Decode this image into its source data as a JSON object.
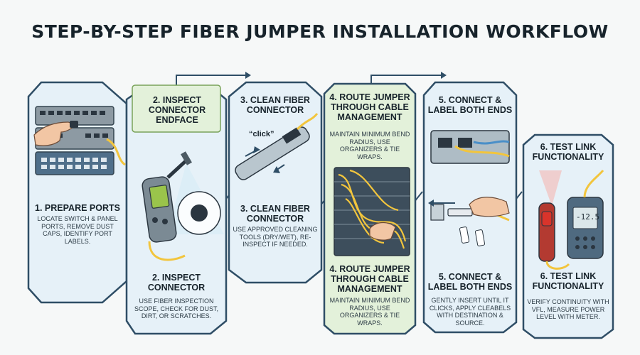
{
  "title": "STEP-BY-STEP FIBER JUMPER INSTALLATION WORKFLOW",
  "steps": [
    {
      "heading": "1. PREPARE PORTS",
      "text": "LOCATE SWITCH & PANEL PORTS, REMOVE DUST CAPS, IDENTIFY PORT LABELS."
    },
    {
      "top_heading": "2. INSPECT CONNECTOR ENDFACE",
      "heading": "2. INSPECT CONNECTOR",
      "text": "USE FIBER INSPECTION SCOPE, CHECK FOR DUST, DIRT, OR SCRATCHES."
    },
    {
      "top_heading": "3. CLEAN FIBER CONNECTOR",
      "heading": "3. CLEAN FIBER CONNECTOR",
      "text": "USE APPROVED CLEANING TOOLS (DRY/WET), RE-INSPECT IF NEEDED.",
      "callout": "“click”"
    },
    {
      "top_heading": "4. ROUTE JUMPER THROUGH CABLE MANAGEMENT",
      "top_text": "MAINTAIN MINIMUM BEND RADIUS, USE ORGANIZERS & TIE WRAPS.",
      "heading": "4. ROUTE JUMPER THROUGH CABLE MANAGEMENT",
      "text": "MAINTAIN MINIMUM BEND RADIUS, USE ORGANIZERS & TIE WRAPS."
    },
    {
      "top_heading": "5. CONNECT & LABEL BOTH ENDS",
      "heading": "5. CONNECT & LABEL BOTH ENDS",
      "text": "GENTLY INSERT UNTIL IT CLICKS, APPLY CLEABELS WITH DESTINATION & SOURCE."
    },
    {
      "top_heading": "6. TEST LINK FUNCTIONALITY",
      "heading": "6. TEST LINK FUNCTIONALITY",
      "text": "VERIFY CONTINUITY WITH VFL, MEASURE POWER LEVEL WITH METER.",
      "meter_reading": "-12.5"
    }
  ],
  "colors": {
    "card_blue": "#e6f1f8",
    "card_green": "#e3f1da",
    "border": "#2f4e66",
    "accent_yellow": "#f2c53d",
    "accent_red": "#d9342b"
  }
}
